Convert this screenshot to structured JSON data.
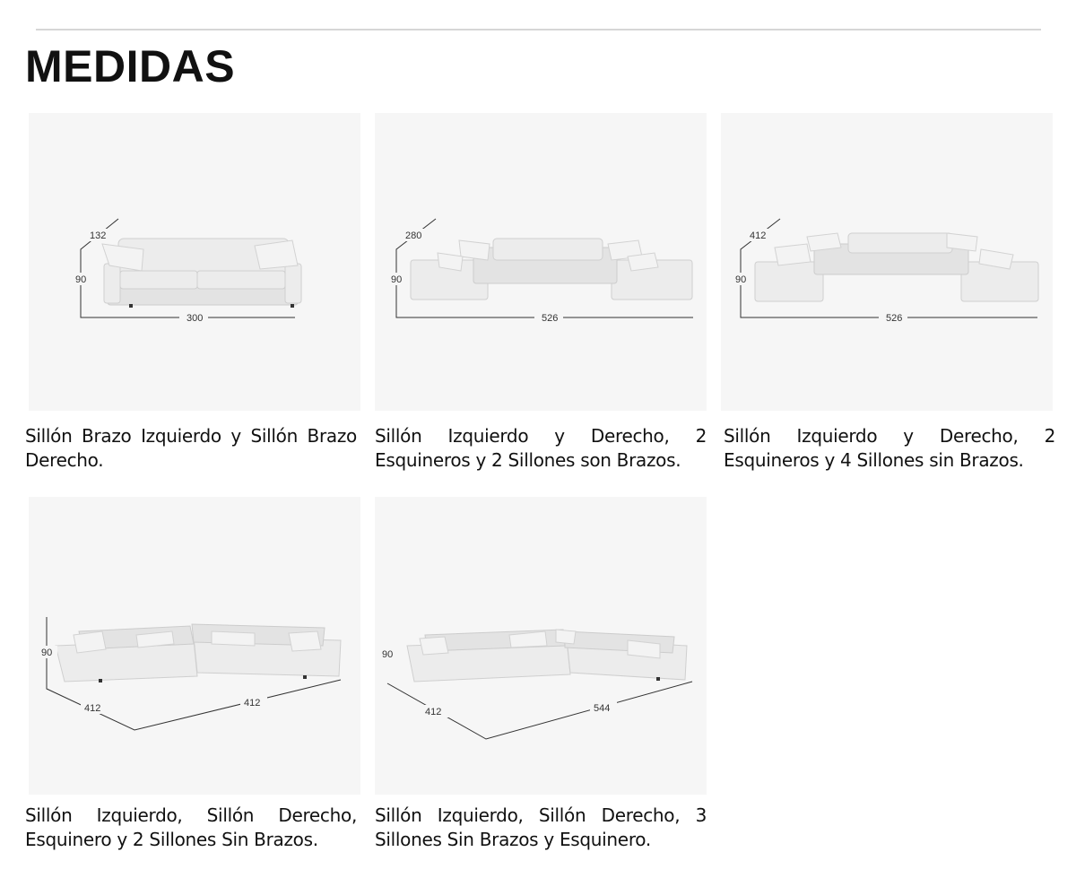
{
  "title": "MEDIDAS",
  "items": [
    {
      "caption": "Sillón Brazo Izquierdo y Sillón Brazo Derecho.",
      "dims": {
        "depth": "132",
        "height": "90",
        "width": "300"
      }
    },
    {
      "caption": "Sillón Izquierdo y Derecho, 2 Esquineros y 2 Sillones son Brazos.",
      "dims": {
        "depth": "280",
        "height": "90",
        "width": "526"
      }
    },
    {
      "caption": "Sillón Izquierdo y Derecho, 2 Esquineros y 4 Sillones sin Brazos.",
      "dims": {
        "depth": "412",
        "height": "90",
        "width": "526"
      }
    },
    {
      "caption": "Sillón Izquierdo, Sillón Derecho, Esquinero y 2 Sillones Sin Brazos.",
      "dims": {
        "height": "90",
        "side_a": "412",
        "side_b": "412"
      }
    },
    {
      "caption": "Sillón Izquierdo, Sillón Derecho, 3 Sillones Sin Brazos y Esquinero.",
      "dims": {
        "height": "90",
        "side_a": "412",
        "side_b": "544"
      }
    }
  ]
}
